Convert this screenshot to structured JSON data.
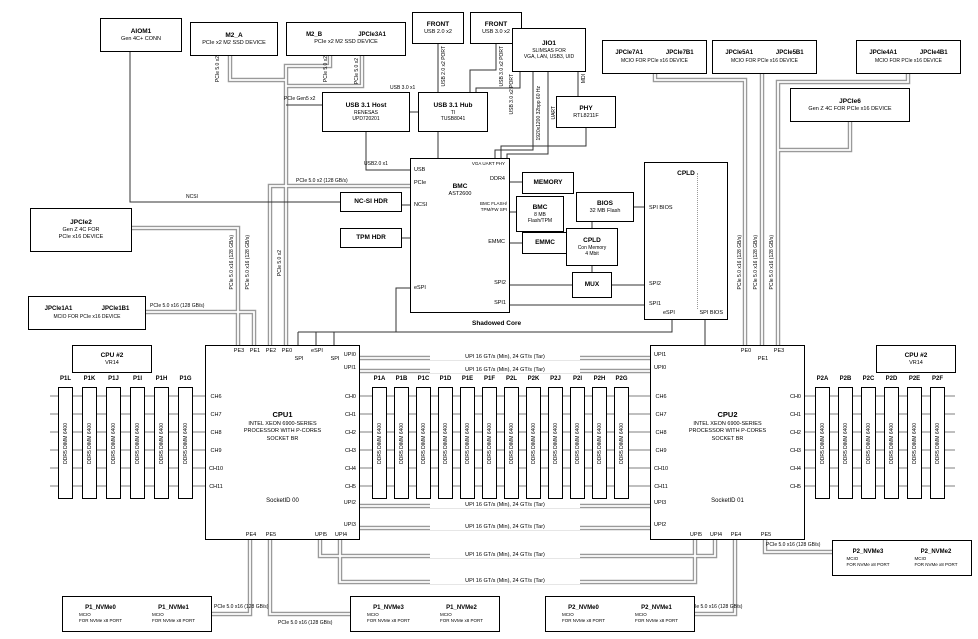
{
  "labels": {
    "pcie5x16": "PCIe 5.0 x16 (128 GB/s)",
    "pcie5x2_128": "PCIe 5.0 x2 (128 GB/s)",
    "pcie5x2": "PCIe 5.0 x2",
    "pcie_gen5_x2": "PCIe Gen5 x2",
    "usb20_x1": "USB2.0 x1",
    "usb30_x1": "USB 3.0 x1",
    "usb20_x2_port": "USB 2.0 x2 PORT",
    "usb30_x2_port": "USB 3.0 x2 PORT",
    "video": "1920x1200 32bpp 60 Hz",
    "uart": "UART",
    "mdi": "MDI",
    "ncsi": "NCSI",
    "upi_link": "UPI 16 GT/s (Min), 24 GT/s (Tar)",
    "shadowed_core": "Shadowed Core",
    "mcio_pcie": "MCIO FOR PCIe x16 DEVICE",
    "mcio_nvme_l1": "MCIO",
    "mcio_nvme_l2": "FOR NVMe x8 PORT",
    "m2_body": "PCIe x2 M2 SSD DEVICE"
  },
  "boxes": {
    "aiom1": {
      "t": "AIOM1",
      "s": "Gen 4C+ CONN"
    },
    "m2a": {
      "t": "M2_A"
    },
    "m2b": {
      "h1": "M2_B",
      "h2": "JPCIe3A1"
    },
    "front_usb2": {
      "t": "FRONT",
      "s": "USB 2.0 x2"
    },
    "front_usb3": {
      "t": "FRONT",
      "s": "USB 3.0 x2"
    },
    "jio1": {
      "t": "JIO1",
      "s1": "SLIMSAS FOR",
      "s2": "VGA, LAN, USB3, UID"
    },
    "jpcie7": {
      "h1": "JPCIe7A1",
      "h2": "JPCIe7B1"
    },
    "jpcie5": {
      "h1": "JPCIe5A1",
      "h2": "JPCIe5B1"
    },
    "jpcie4": {
      "h1": "JPCIe4A1",
      "h2": "JPCIe4B1"
    },
    "jpcie1": {
      "h1": "JPCIe1A1",
      "h2": "JPCIe1B1"
    },
    "usb_host": {
      "t": "USB 3.1 Host",
      "s1": "RENESAS",
      "s2": "UPD720201"
    },
    "usb_hub": {
      "t": "USB 3.1 Hub",
      "s1": "TI",
      "s2": "TUSB8041"
    },
    "phy": {
      "t": "PHY",
      "s": "RTL8211F"
    },
    "jpcie6": {
      "t": "JPCIe6",
      "s": "Gen Z 4C FOR PCIe x16 DEVICE"
    },
    "jpcie2": {
      "t": "JPCIe2",
      "s1": "Gen Z 4C FOR",
      "s2": "PCIe x16 DEVICE"
    },
    "ncsi_hdr": {
      "t": "NC-SI HDR"
    },
    "tpm_hdr": {
      "t": "TPM HDR"
    },
    "memory": {
      "t": "MEMORY"
    },
    "bmc_flash": {
      "t": "BMC",
      "s1": "8 MB",
      "s2": "Flash/TPM"
    },
    "emmc": {
      "t": "EMMC"
    },
    "bios": {
      "t": "BIOS",
      "s": "32 MB Flash"
    },
    "cpld_mem": {
      "t": "CPLD",
      "s1": "Con Memory",
      "s2": "4 Mbit"
    },
    "mux": {
      "t": "MUX"
    },
    "vr_left": {
      "t": "CPU #2",
      "s": "VR14"
    },
    "vr_right": {
      "t": "CPU #2",
      "s": "VR14"
    },
    "p1_nvme01": {
      "h1": "P1_NVMe0",
      "h2": "P1_NVMe1"
    },
    "p1_nvme32": {
      "h1": "P1_NVMe3",
      "h2": "P1_NVMe2"
    },
    "p2_nvme01": {
      "h1": "P2_NVMe0",
      "h2": "P2_NVMe1"
    },
    "p2_nvme32": {
      "h1": "P2_NVMe3",
      "h2": "P2_NVMe2"
    }
  },
  "bmc": {
    "t": "BMC",
    "s": "AST2600",
    "pin_usb": "USB",
    "pin_pcie": "PCIe",
    "pin_ncsi": "NCSI",
    "pin_espi": "eSPI",
    "vga": "VGA UART PHY",
    "ddr4": "DDR4",
    "flash1": "BMC FLASH/",
    "flash2": "TPM/FW SPI",
    "emmc": "EMMC",
    "spi2": "SPI2",
    "spi1": "SPI1"
  },
  "cpld": {
    "t": "CPLD",
    "spi_bios": "SPI BIOS",
    "spi2": "SPI2",
    "spi1": "SPI1",
    "espi": "eSPI",
    "spi_bios_b": "SPI BIOS"
  },
  "cpu1": {
    "t": "CPU1",
    "l1": "INTEL XEON 6900-SERIES",
    "l2": "PROCESSOR WITH P-CORES",
    "l3": "SOCKET BR",
    "socket": "SocketID 00",
    "pins_top": [
      "PE3",
      "PE1",
      "PE2",
      "PE0",
      "SPI",
      "eSPI",
      "SPI"
    ],
    "pins_bottom": [
      "PE4",
      "PE5",
      "UPI5",
      "UPI4"
    ],
    "upi_right": [
      "UPI0",
      "UPI1",
      "UPI2",
      "UPI3"
    ],
    "ch_left": [
      "CH6",
      "CH7",
      "CH8",
      "CH9",
      "CH10",
      "CH11"
    ],
    "ch_right": [
      "CH0",
      "CH1",
      "CH2",
      "CH3",
      "CH4",
      "CH5"
    ]
  },
  "cpu2": {
    "t": "CPU2",
    "l1": "INTEL XEON 6900-SERIES",
    "l2": "PROCESSOR WITH P-CORES",
    "l3": "SOCKET BR",
    "socket": "SocketID 01",
    "pins_top": [
      "PE0",
      "PE1",
      "PE3"
    ],
    "pins_bottom": [
      "UPI5",
      "UPI4",
      "PE4",
      "PE5"
    ],
    "upi_left": [
      "UPI1",
      "UPI0",
      "UPI3",
      "UPI2"
    ],
    "ch_left": [
      "CH6",
      "CH7",
      "CH8",
      "CH9",
      "CH10",
      "CH11"
    ],
    "ch_right": [
      "CH0",
      "CH1",
      "CH2",
      "CH3",
      "CH4",
      "CH5"
    ]
  },
  "dimm": {
    "label": "DDR5 DIMM 6400",
    "left": [
      "P1L",
      "P1K",
      "P1J",
      "P1I",
      "P1H",
      "P1G"
    ],
    "mid": [
      "P1A",
      "P1B",
      "P1C",
      "P1D",
      "P1E",
      "P1F",
      "P2L",
      "P2K",
      "P2J",
      "P2I",
      "P2H",
      "P2G"
    ],
    "right": [
      "P2A",
      "P2B",
      "P2C",
      "P2D",
      "P2E",
      "P2F"
    ]
  }
}
